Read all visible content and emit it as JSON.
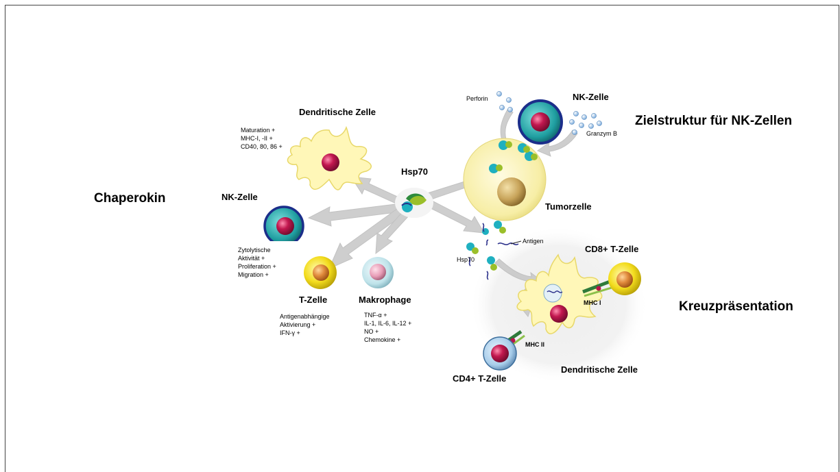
{
  "headings": {
    "chaperokin": "Chaperokin",
    "target_nk": "Zielstruktur für NK-Zellen",
    "cross_presentation": "Kreuzpräsentation"
  },
  "cells": {
    "dendritic_top": "Dendritische Zelle",
    "nk_left": "NK-Zelle",
    "t_cell": "T-Zelle",
    "macrophage": "Makrophage",
    "hsp70_center": "Hsp70",
    "nk_right": "NK-Zelle",
    "tumor": "Tumorzelle",
    "cd8": "CD8+ T-Zelle",
    "cd4": "CD4+ T-Zelle",
    "dendritic_bottom": "Dendritische Zelle"
  },
  "molecules": {
    "perforin": "Perforin",
    "granzym": "Granzym B",
    "antigen": "Antigen",
    "hsp70_small": "Hsp70",
    "mhc1": "MHC I",
    "mhc2": "MHC II"
  },
  "effects": {
    "dendritic": [
      "Maturation  +",
      "MHC-I,  -II +",
      "CD40, 80, 86 +"
    ],
    "nk": [
      "Zytolytische",
      "Aktivität +",
      "Proliferation +",
      "Migration +"
    ],
    "tcell": [
      "Antigenabhängige",
      "Aktivierung +",
      "IFN-γ +"
    ],
    "macrophage": [
      "TNF-α +",
      "IL-1, IL-6, IL-12 +",
      "NO +",
      "Chemokine  +"
    ]
  },
  "colors": {
    "arrow": "#c9c9c9",
    "tumor_fill": "#f7eea6",
    "dendritic_fill": "#fff7b8",
    "nucleus_red": "#b8154a",
    "nk_ring": "#1b2e8a",
    "nk_fill": "#1f9ea0",
    "tcell_fill": "#f2d81c",
    "macrophage_fill": "#bfe3ea",
    "cd4_fill": "#a8cdea"
  },
  "icons": [
    "hsp70-icon",
    "perforin-dots",
    "granzym-dots",
    "antigen-squiggle",
    "mhc-receptor"
  ]
}
